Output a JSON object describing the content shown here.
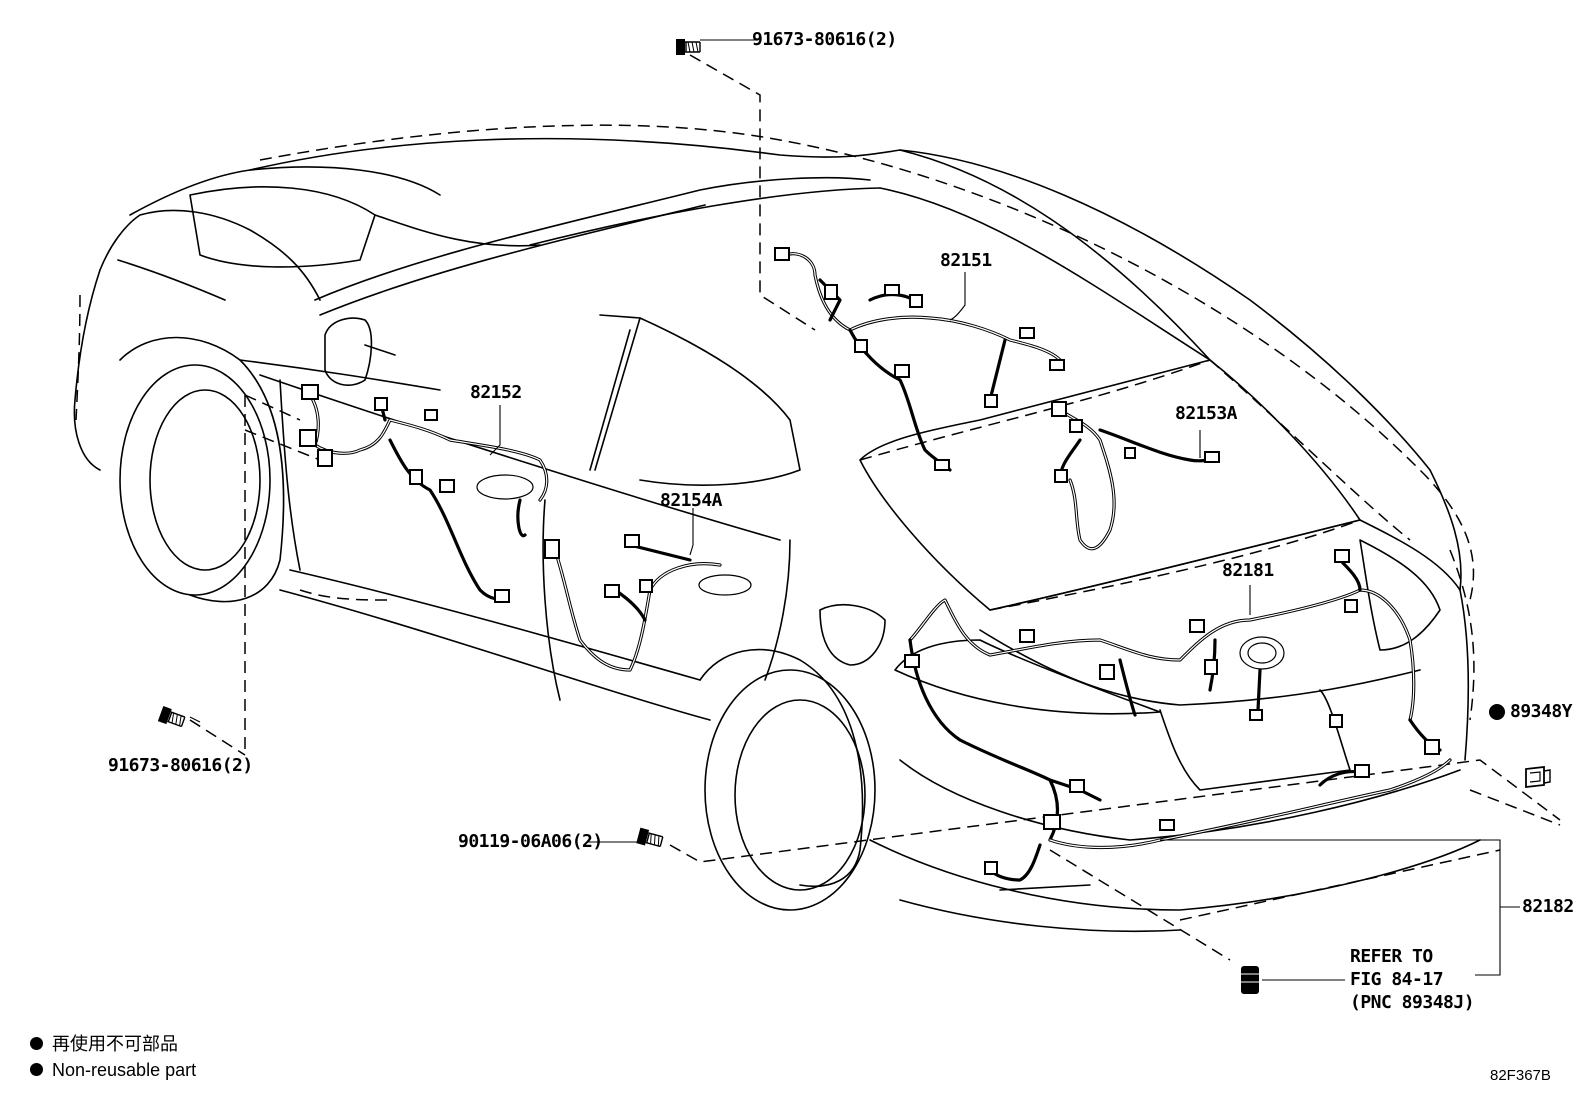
{
  "labels": {
    "bolt_top": "91673-80616(2)",
    "bolt_left": "91673-80616(2)",
    "bolt_bottom": "90119-06A06(2)",
    "roof_harness": "82151",
    "front_door_harness": "82152",
    "rear_door_harness": "82154A",
    "luggage_harness": "82153A",
    "rear_harness": "82181",
    "bumper_harness": "82182",
    "clip": "89348Y",
    "refer_line1": "REFER TO",
    "refer_line2": "FIG 84-17",
    "refer_line3": "(PNC 89348J)"
  },
  "legend": {
    "line1": "再使用不可部品",
    "line2": "Non-reusable part"
  },
  "figure_code": "82F367B",
  "icons": [
    "bolt-icon",
    "clip-icon",
    "non-reusable-dot-icon",
    "grommet-icon"
  ]
}
